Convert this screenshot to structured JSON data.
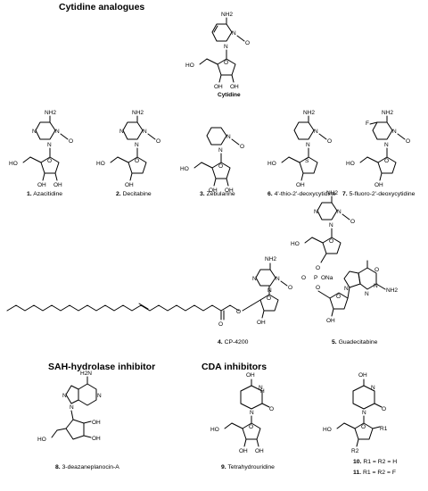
{
  "headings": {
    "cytidine_analogues": "Cytidine analogues",
    "sah_inhibitor": "SAH-hydrolase inhibitor",
    "cda_inhibitors": "CDA inhibitors"
  },
  "compounds": {
    "cytidine": {
      "name": "Cytidine"
    },
    "c1": {
      "number": "1.",
      "name": "Azacitidine"
    },
    "c2": {
      "number": "2.",
      "name": "Decitabine"
    },
    "c3": {
      "number": "3.",
      "name": "Zebularine"
    },
    "c6": {
      "number": "6.",
      "name": "4'-thio-2'-deoxycytidine"
    },
    "c7": {
      "number": "7.",
      "name": "5-fluoro-2'-deoxycytidine"
    },
    "c4": {
      "number": "4.",
      "name": "CP-4200"
    },
    "c5": {
      "number": "5.",
      "name": "Guadecitabine"
    },
    "c8": {
      "number": "8.",
      "name": "3-deazaneplanocin-A"
    },
    "c9": {
      "number": "9.",
      "name": "Tetrahydrouridine"
    },
    "c10": {
      "number": "10.",
      "label": "R1 = R2 = H"
    },
    "c11": {
      "number": "11.",
      "label": "R1 = R2 = F"
    }
  },
  "atoms": {
    "nh2": "NH2",
    "n": "N",
    "o": "O",
    "ho": "HO",
    "oh": "OH",
    "s": "S",
    "f": "F",
    "h": "H",
    "ona": "ONa",
    "p": "P",
    "r1": "R1",
    "r2": "R2",
    "h2n": "H2N",
    "onext": "O"
  }
}
